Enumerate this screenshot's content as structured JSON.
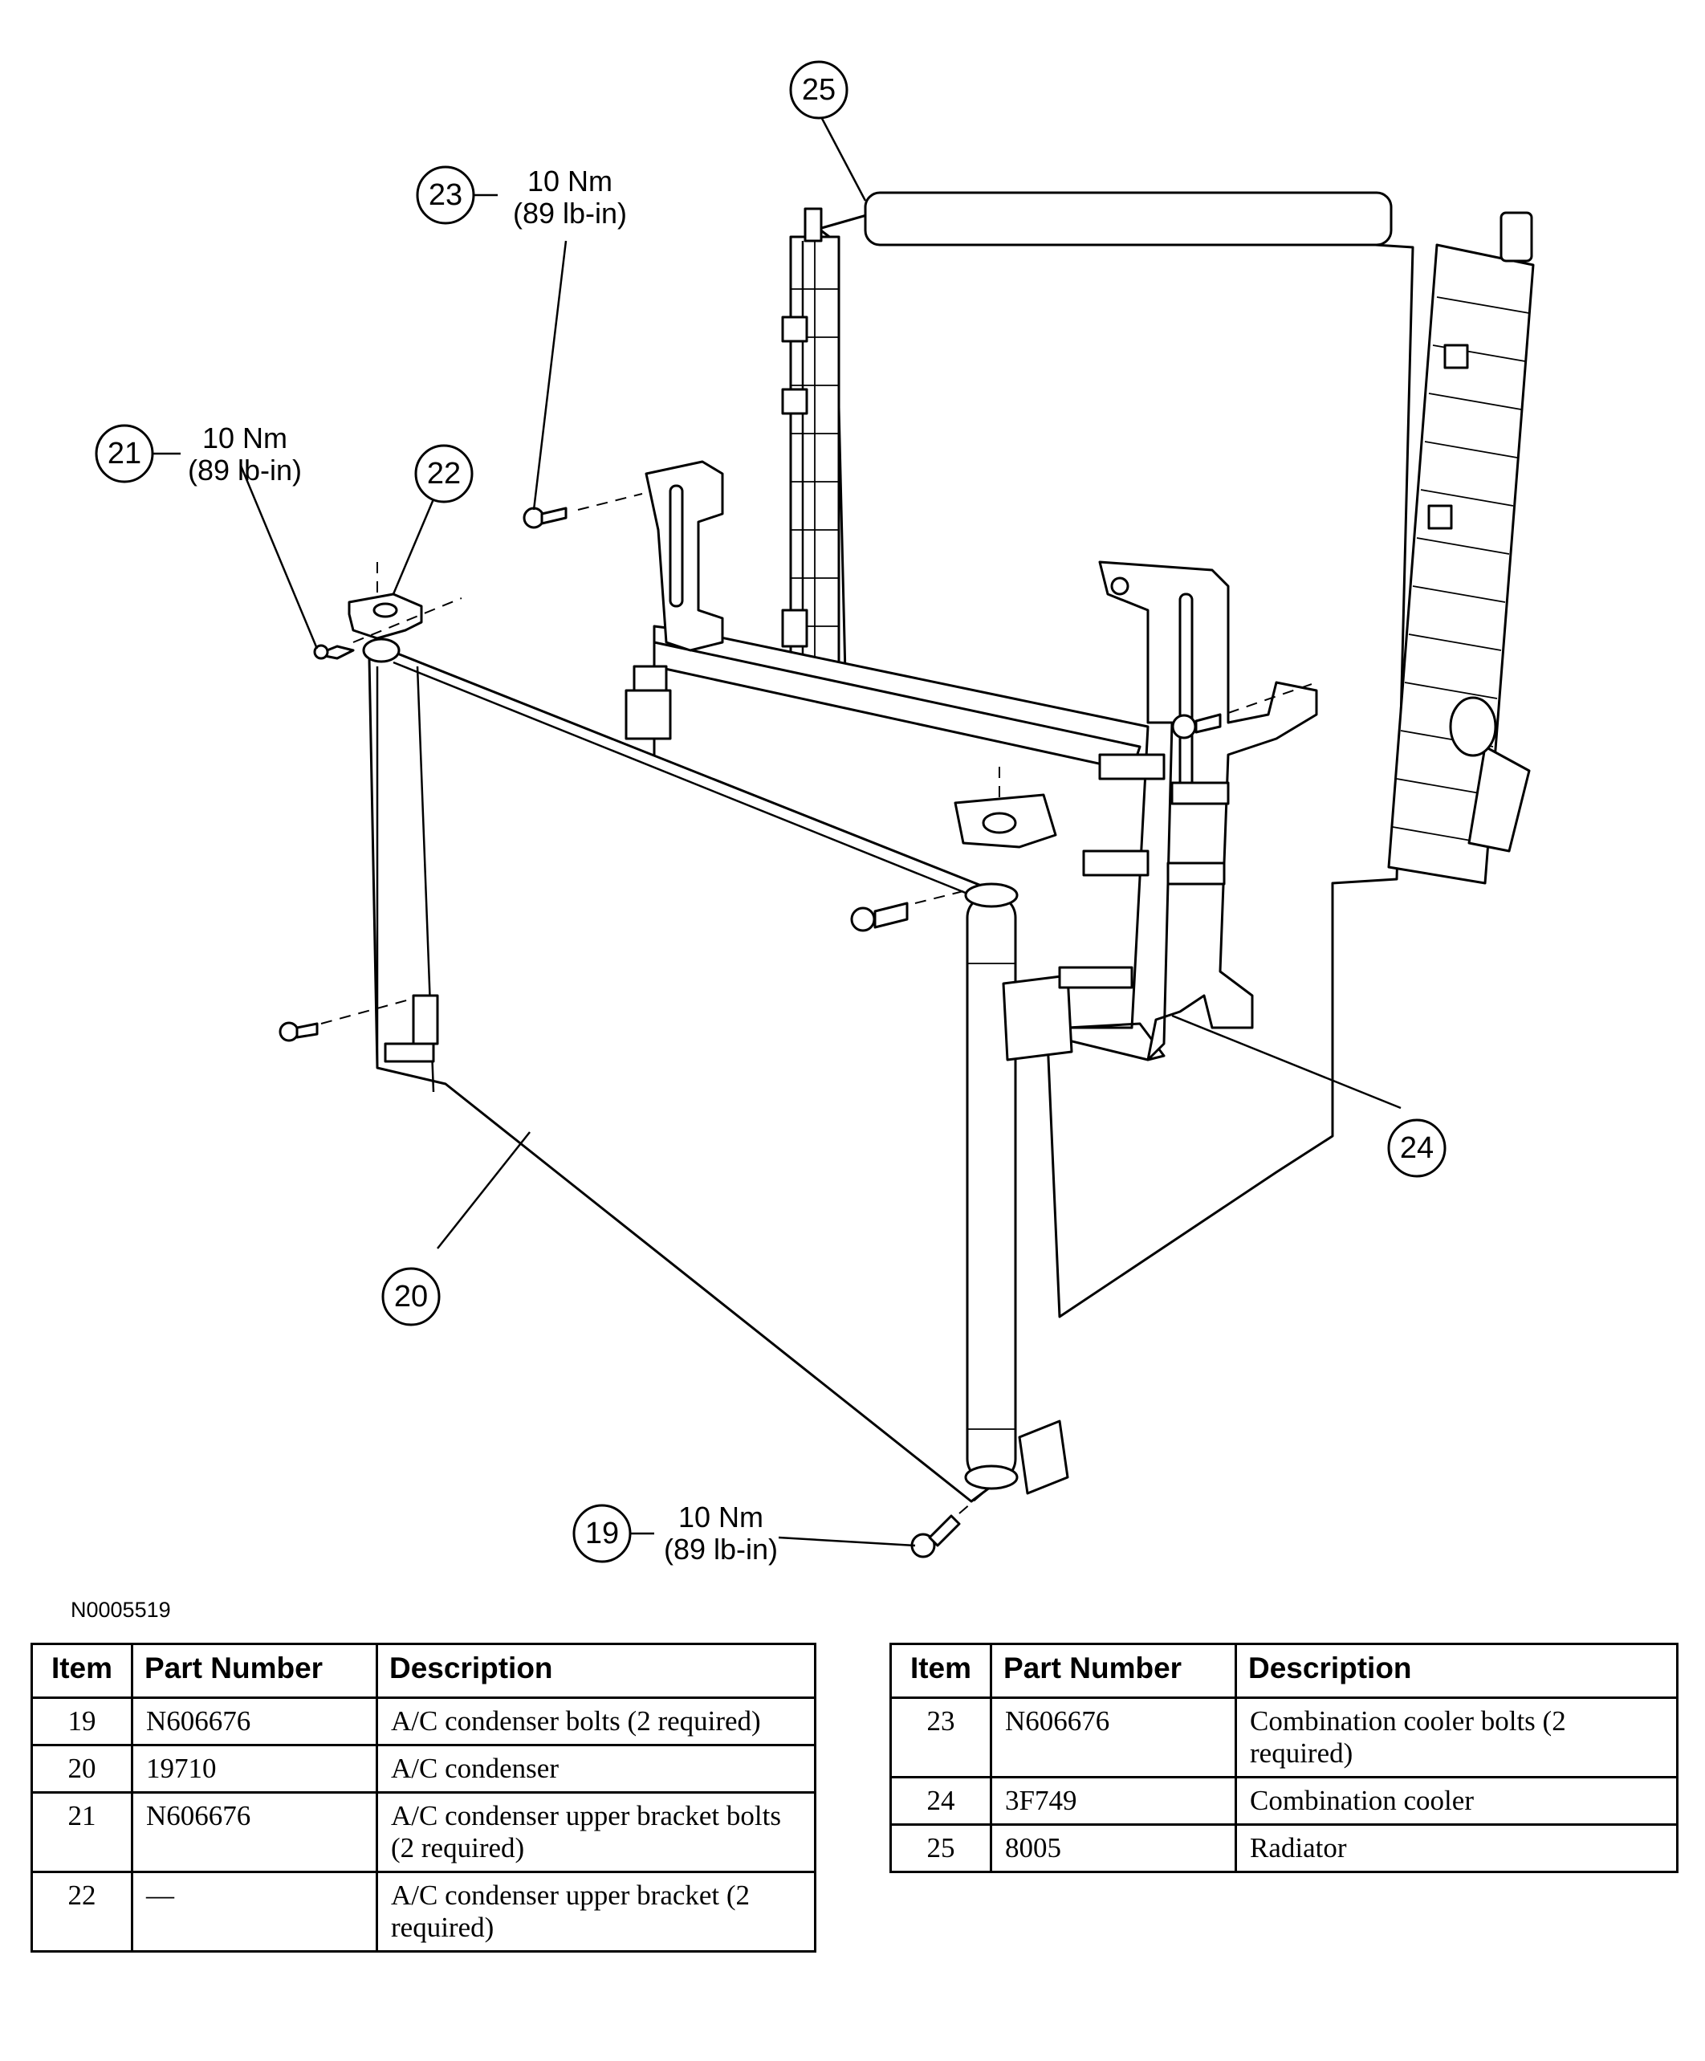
{
  "figure_id": "N0005519",
  "callouts": {
    "c19": "19",
    "c20": "20",
    "c21": "21",
    "c22": "22",
    "c23": "23",
    "c24": "24",
    "c25": "25"
  },
  "torque": {
    "t19": {
      "nm": "10 Nm",
      "lbin": "(89 lb-in)"
    },
    "t21": {
      "nm": "10 Nm",
      "lbin": "(89 lb-in)"
    },
    "t23": {
      "nm": "10 Nm",
      "lbin": "(89 lb-in)"
    }
  },
  "table_headers": {
    "item": "Item",
    "part_number": "Part Number",
    "description": "Description"
  },
  "table_left": [
    {
      "item": "19",
      "part_number": "N606676",
      "description": "A/C condenser bolts (2 required)"
    },
    {
      "item": "20",
      "part_number": "19710",
      "description": "A/C condenser"
    },
    {
      "item": "21",
      "part_number": "N606676",
      "description": "A/C condenser upper bracket bolts (2 required)"
    },
    {
      "item": "22",
      "part_number": "—",
      "description": "A/C condenser upper bracket (2 required)"
    }
  ],
  "table_right": [
    {
      "item": "23",
      "part_number": "N606676",
      "description": "Combination cooler bolts (2 required)"
    },
    {
      "item": "24",
      "part_number": "3F749",
      "description": "Combination cooler"
    },
    {
      "item": "25",
      "part_number": "8005",
      "description": "Radiator"
    }
  ]
}
